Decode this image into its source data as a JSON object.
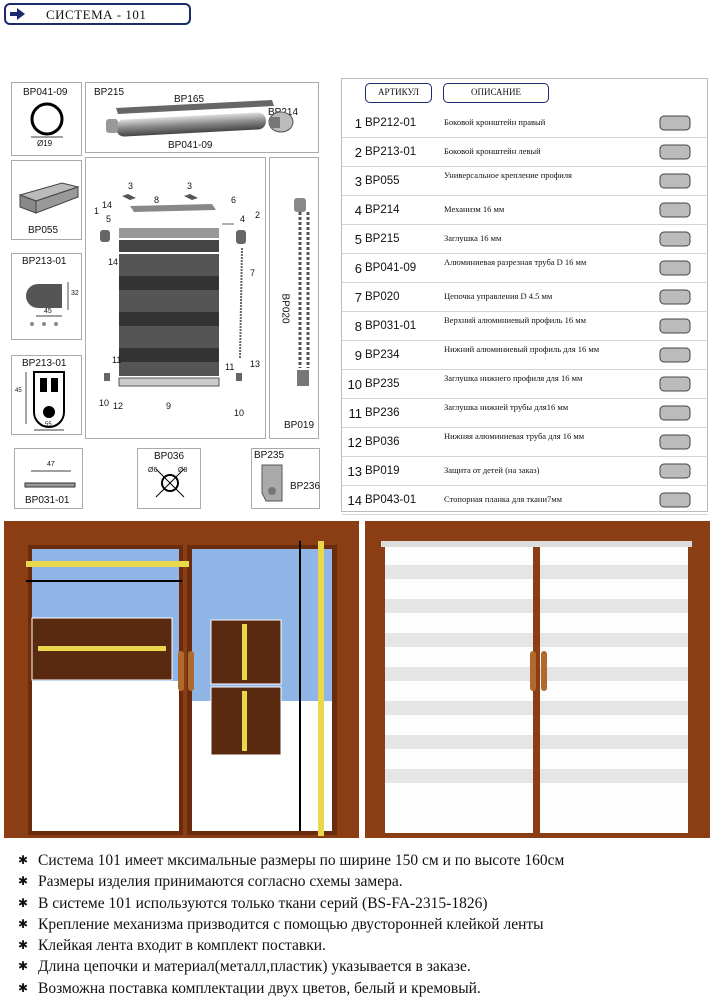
{
  "header": {
    "title": "СИСТЕМА - 101"
  },
  "parts_labels": {
    "bp041": "BP041-09",
    "bp041_dim": "Ø19",
    "bp215": "BP215",
    "bp165": "BP165",
    "bp214": "BP214",
    "bp041_tube": "BP041-09",
    "bp055": "BP055",
    "bp213_a": "BP213-01",
    "bp213_a_dim1": "32",
    "bp213_a_dim2": "45",
    "bp213_b": "BP213-01",
    "bp213_b_dim1": "45",
    "bp213_b_dim2": "55",
    "bp031": "BP031-01",
    "bp031_dim": "47",
    "bp036": "BP036",
    "bp036_d1": "Ø6",
    "bp036_d2": "Ø8",
    "bp235": "BP235",
    "bp236": "BP236",
    "bp020": "BP020",
    "bp019": "BP019"
  },
  "diagram_callouts": [
    "1",
    "14",
    "5",
    "3",
    "8",
    "3",
    "6",
    "4",
    "2",
    "7",
    "14",
    "11",
    "11",
    "13",
    "10",
    "12",
    "9",
    "10"
  ],
  "table": {
    "col_article": "АРТИКУЛ",
    "col_desc": "ОПИСАНИЕ",
    "rows": [
      {
        "n": "1",
        "art": "BP212-01",
        "desc": "Боковой кронштейн  правый",
        "icon": "bracket-right-icon"
      },
      {
        "n": "2",
        "art": "BP213-01",
        "desc": "Боковой кронштейн  левый",
        "icon": "bracket-left-icon"
      },
      {
        "n": "3",
        "art": "BP055",
        "desc": "Универсальное крепление профиля",
        "icon": "mount-clip-icon"
      },
      {
        "n": "4",
        "art": "BP214",
        "desc": "Механизм  16 мм",
        "icon": "mechanism-icon"
      },
      {
        "n": "5",
        "art": "BP215",
        "desc": "Заглушка  16 мм",
        "icon": "end-cap-icon"
      },
      {
        "n": "6",
        "art": "BP041-09",
        "desc": "Алюминиевая разрезная труба  D 16 мм",
        "icon": "tube-icon"
      },
      {
        "n": "7",
        "art": "BP020",
        "desc": "Цепочка  управления D 4.5 мм",
        "icon": "chain-icon"
      },
      {
        "n": "8",
        "art": "BP031-01",
        "desc": "Верхний алюминиевый профиль  16  мм",
        "icon": "top-profile-icon"
      },
      {
        "n": "9",
        "art": "BP234",
        "desc": "Нижний алюминиевый профиль  для 16  мм",
        "icon": "bottom-profile-icon"
      },
      {
        "n": "10",
        "art": "BP235",
        "desc": "Заглушка нижнего профиля для 16 мм",
        "icon": "profile-cap-icon"
      },
      {
        "n": "11",
        "art": "BP236",
        "desc": "Заглушка нижней трубы для16 мм",
        "icon": "tube-cap-icon"
      },
      {
        "n": "12",
        "art": "BP036",
        "desc": "Нижняя алюминиевая труба для 16 мм",
        "icon": "bottom-tube-icon"
      },
      {
        "n": "13",
        "art": "BP019",
        "desc": "Защита от детей (на заказ)",
        "icon": "child-safety-icon"
      },
      {
        "n": "14",
        "art": "BP043-01",
        "desc": "Стопорная планка для ткани7мм",
        "icon": "stop-bar-icon"
      }
    ]
  },
  "notes": [
    "Система 101 имеет мксимальные размеры по ширине 150 см и по высоте 160см",
    "Размеры изделия принимаются согласно схемы замера.",
    "В системе 101 используются только ткани серий (BS-FA-2315-1826)",
    "Крепление механизма призводится с помощью двусторонней клейкой ленты",
    "Клейкая лента входит в комплект поставки.",
    "Длина цепочки и материал(металл,пластик) указывается в заказе.",
    "Возможна поставка комплектации двух цветов, белый и кремовый."
  ],
  "colors": {
    "frame": "#8b3d14",
    "navy": "#1b2a6b",
    "sky": "#8fb6e6"
  }
}
